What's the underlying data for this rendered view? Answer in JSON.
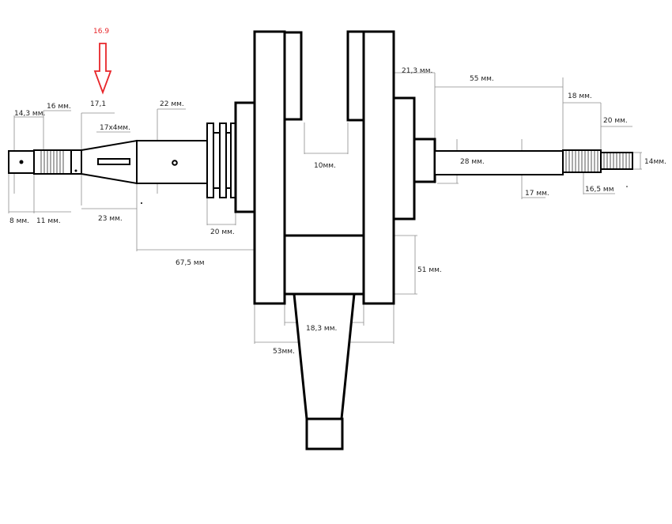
{
  "accent_color": "#e8262a",
  "line_color": "#000000",
  "dimension_color": "#8c8c8c",
  "callout": {
    "value": "16.9",
    "icon": "down-arrow-icon"
  },
  "labels": {
    "d_14_3": "14,3 мм.",
    "d_16": "16 мм.",
    "d_17_1": "17,1",
    "d_22": "22 мм.",
    "d_17x4": "17x4мм.",
    "d_8": "8 мм.",
    "d_11": "11 мм.",
    "d_23": "23 мм.",
    "d_20_left": "20 мм.",
    "d_67_5": "67,5 мм",
    "d_10": "10мм.",
    "d_51": "51 мм.",
    "d_18_3": "18,3 мм.",
    "d_53": "53мм.",
    "d_21_3": "21,3 мм.",
    "d_55": "55 мм.",
    "d_18": "18 мм.",
    "d_20_right": "20 мм.",
    "d_28": "28 мм.",
    "d_17": "17 мм.",
    "d_16_5": "16,5 мм",
    "d_14": "14мм."
  }
}
